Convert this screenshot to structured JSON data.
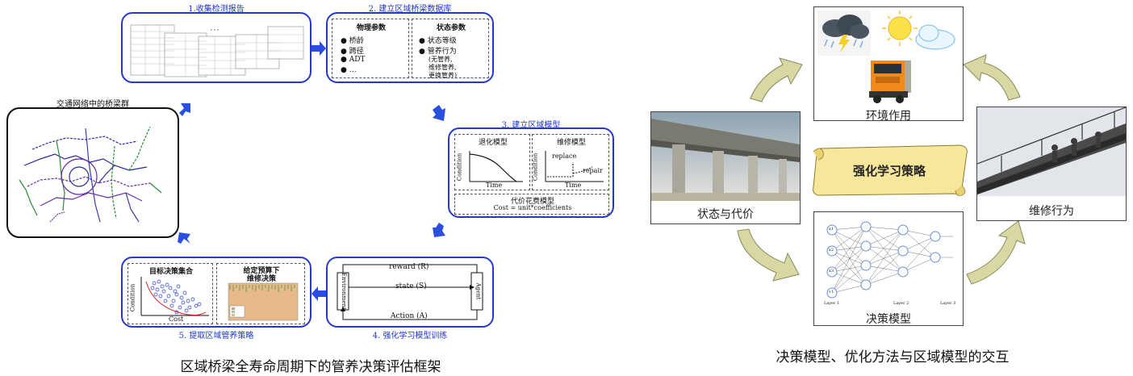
{
  "left": {
    "caption": "区域桥梁全寿命周期下的管养决策评估框架",
    "network": {
      "title": "交通网络中的桥梁群"
    },
    "step1": {
      "title": "1.收集检测报告"
    },
    "step2": {
      "title": "2. 建立区域桥梁数据库",
      "physical": {
        "header": "物理参数",
        "items": [
          "桥龄",
          "跨径",
          "ADT",
          "…"
        ]
      },
      "state": {
        "header": "状态参数",
        "items": [
          "状态等级",
          "管养行为"
        ],
        "note": [
          "(无管养,",
          "维修管养,",
          "更换管养)"
        ]
      }
    },
    "step3": {
      "title": "3. 建立区域模型",
      "deterioration": {
        "header": "退化模型",
        "ylabel": "Condition",
        "xlabel": "Time"
      },
      "maintenance": {
        "header": "维修模型",
        "ylabel": "Condition",
        "xlabel": "Time",
        "replace": "replace",
        "repair": "repair"
      },
      "cost": {
        "header": "代价花费模型",
        "formula": "Cost = unit*coefficients"
      }
    },
    "step4": {
      "title": "4. 强化学习模型训练",
      "reward": "reward (R)",
      "state": "state (S)",
      "action": "Action (A)",
      "environment": "Environment",
      "agent": "Agent"
    },
    "step5": {
      "title": "5. 提取区域管养策略",
      "target": {
        "header": "目标决策集合",
        "ylabel": "Condition",
        "xlabel": "Cost"
      },
      "budget": {
        "header": [
          "给定预算下",
          "维修决策"
        ]
      }
    }
  },
  "right": {
    "caption": "决策模型、优化方法与区域模型的交互",
    "environment": "环境作用",
    "state_cost": "状态与代价",
    "maintenance": "维修行为",
    "decision": "决策模型",
    "strategy": "强化学习策略",
    "nn_layers": [
      "Layer 1",
      "Layer 2",
      "Layer 3"
    ],
    "nn_inputs": [
      "x1",
      "x2",
      "x3",
      "+1"
    ]
  },
  "colors": {
    "accent_blue": "#2638c9",
    "arrow_blue": "#2a4fe0",
    "scroll": "#f6e79a",
    "olive_arrow": "#d7d8a4"
  }
}
